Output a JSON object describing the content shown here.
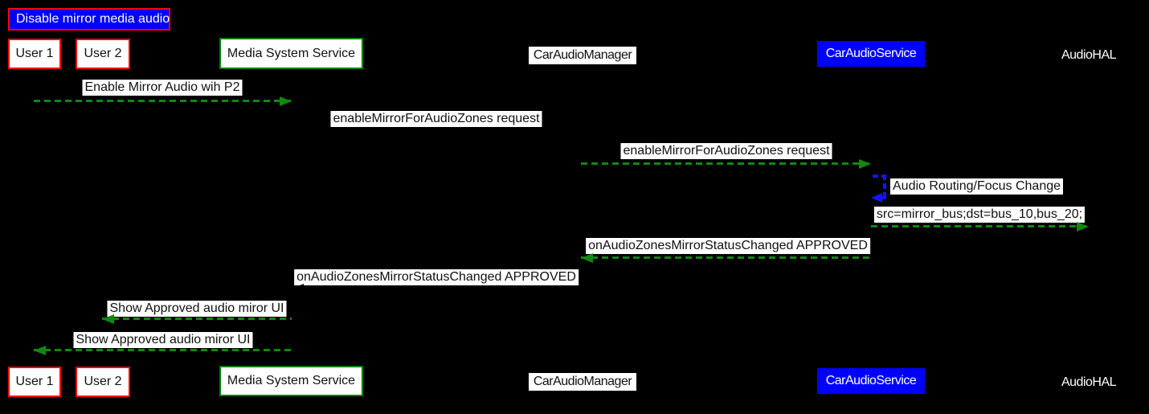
{
  "diagram": {
    "type": "sequence-diagram",
    "title": "Disable mirror media audio",
    "participants": [
      {
        "label": "User 1",
        "style": "red-outline"
      },
      {
        "label": "User 2",
        "style": "red-outline"
      },
      {
        "label": "Media System Service",
        "style": "green-outline"
      },
      {
        "label": "CarAudioManager",
        "style": "white-plain"
      },
      {
        "label": "CarAudioService",
        "style": "blue-filled"
      },
      {
        "label": "AudioHAL",
        "style": "text-only"
      }
    ],
    "messages": [
      {
        "from": "User 1",
        "to": "Media System Service",
        "label": "Enable Mirror Audio wih P2",
        "arrow": "green-dashed-right"
      },
      {
        "from": "Media System Service",
        "to": "CarAudioManager",
        "label": "enableMirrorForAudioZones request",
        "arrow": "hidden-black-right"
      },
      {
        "from": "CarAudioManager",
        "to": "CarAudioService",
        "label": "enableMirrorForAudioZones request",
        "arrow": "green-dashed-right"
      },
      {
        "from": "CarAudioService",
        "to": "CarAudioService",
        "label": "Audio Routing/Focus Change",
        "arrow": "blue-dashed-self"
      },
      {
        "from": "CarAudioService",
        "to": "AudioHAL",
        "label": "src=mirror_bus;dst=bus_10,bus_20;",
        "arrow": "green-dashed-right"
      },
      {
        "from": "CarAudioService",
        "to": "CarAudioManager",
        "label": "onAudioZonesMirrorStatusChanged APPROVED",
        "arrow": "green-dashed-left"
      },
      {
        "from": "CarAudioManager",
        "to": "Media System Service",
        "label": "onAudioZonesMirrorStatusChanged APPROVED",
        "arrow": "hidden-black-left"
      },
      {
        "from": "Media System Service",
        "to": "User 2",
        "label": "Show Approved audio miror UI",
        "arrow": "green-dashed-left"
      },
      {
        "from": "Media System Service",
        "to": "User 1",
        "label": "Show Approved audio miror UI",
        "arrow": "green-dashed-left"
      }
    ],
    "colors": {
      "bg": "#000000",
      "label_bg": "#ffffff",
      "text_dark": "#111111",
      "text_light": "#ffffff",
      "box_red": "#ff0000",
      "box_green": "#008000",
      "fill_blue": "#0000ff",
      "arrow_green": "#118811",
      "arrow_hidden": "#000000",
      "self_arrow_blue": "#1414ff"
    }
  }
}
